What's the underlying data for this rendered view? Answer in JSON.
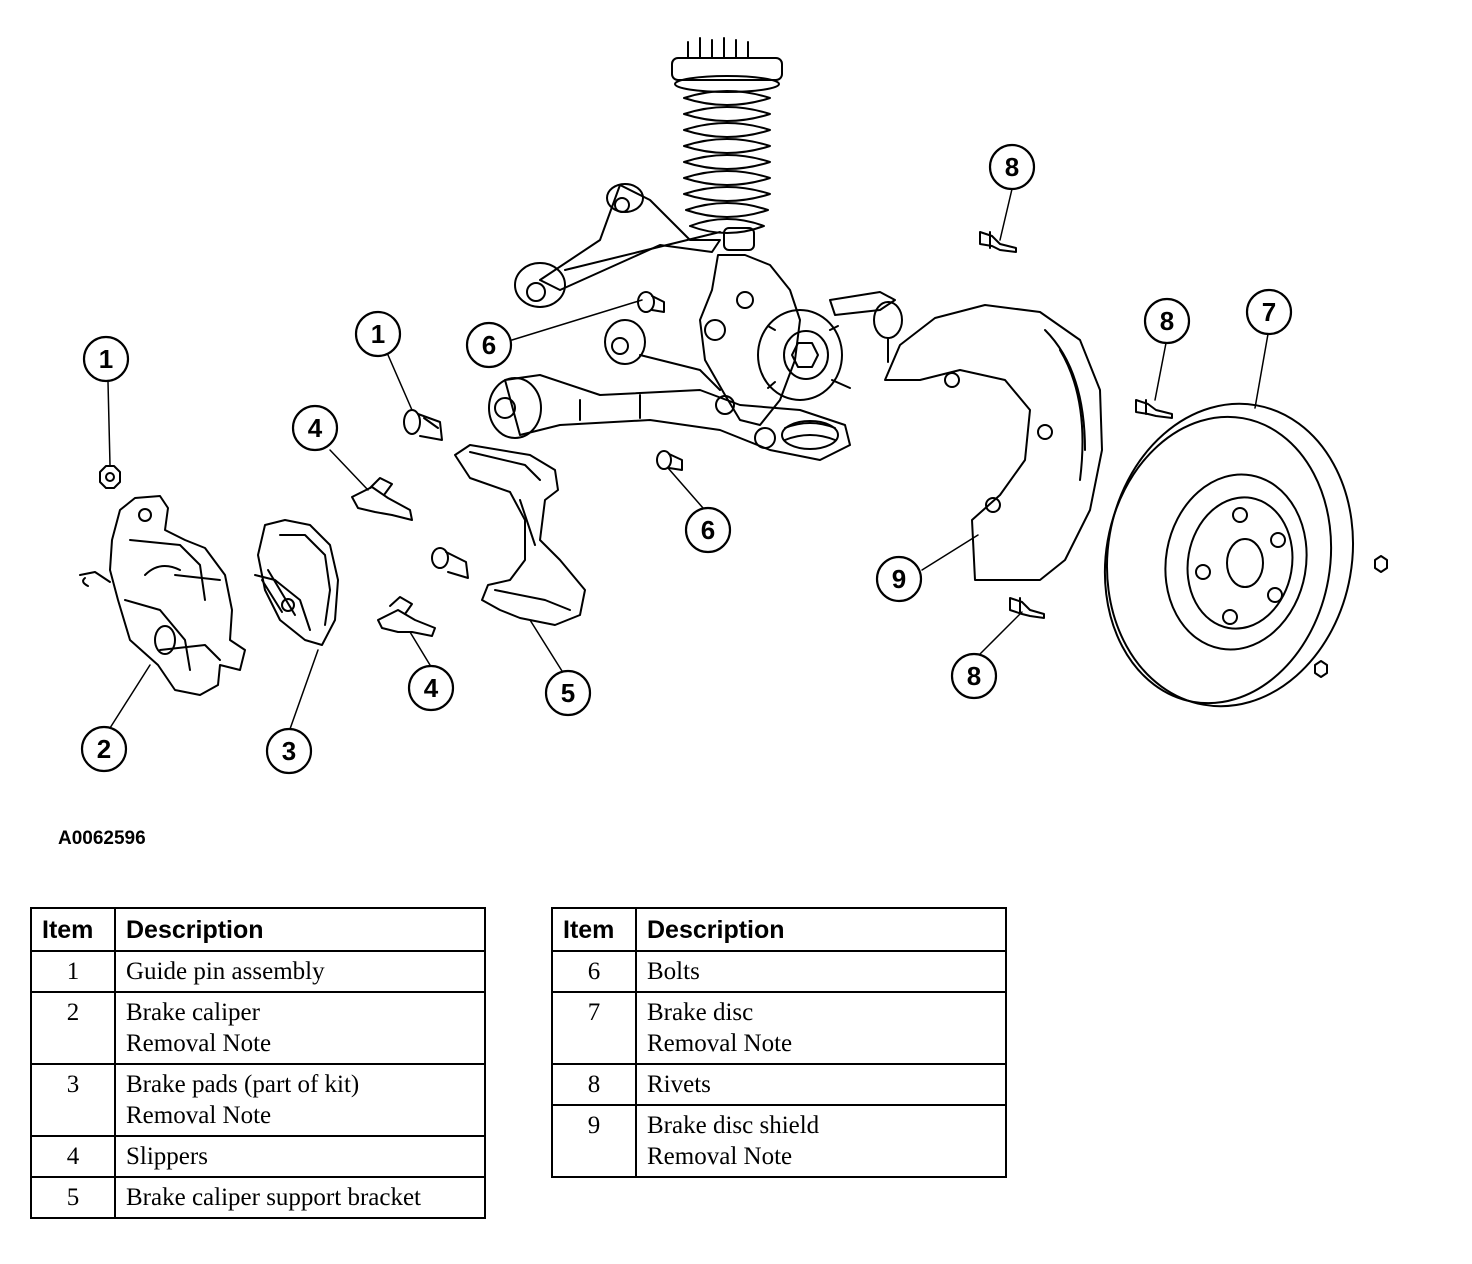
{
  "figure_id": "A0062596",
  "callouts": [
    "1",
    "2",
    "3",
    "4",
    "4",
    "5",
    "6",
    "6",
    "7",
    "8",
    "8",
    "8",
    "9",
    "1"
  ],
  "table_left": {
    "headers": {
      "item": "Item",
      "description": "Description"
    },
    "rows": [
      {
        "item": "1",
        "line1": "Guide pin assembly",
        "line2": ""
      },
      {
        "item": "2",
        "line1": "Brake caliper",
        "line2": "Removal Note"
      },
      {
        "item": "3",
        "line1": "Brake pads (part of kit)",
        "line2": "Removal Note"
      },
      {
        "item": "4",
        "line1": "Slippers",
        "line2": ""
      },
      {
        "item": "5",
        "line1": "Brake caliper support bracket",
        "line2": ""
      }
    ]
  },
  "table_right": {
    "headers": {
      "item": "Item",
      "description": "Description"
    },
    "rows": [
      {
        "item": "6",
        "line1": "Bolts",
        "line2": ""
      },
      {
        "item": "7",
        "line1": "Brake disc",
        "line2": "Removal Note"
      },
      {
        "item": "8",
        "line1": "Rivets",
        "line2": ""
      },
      {
        "item": "9",
        "line1": "Brake disc shield",
        "line2": "Removal Note"
      }
    ]
  }
}
